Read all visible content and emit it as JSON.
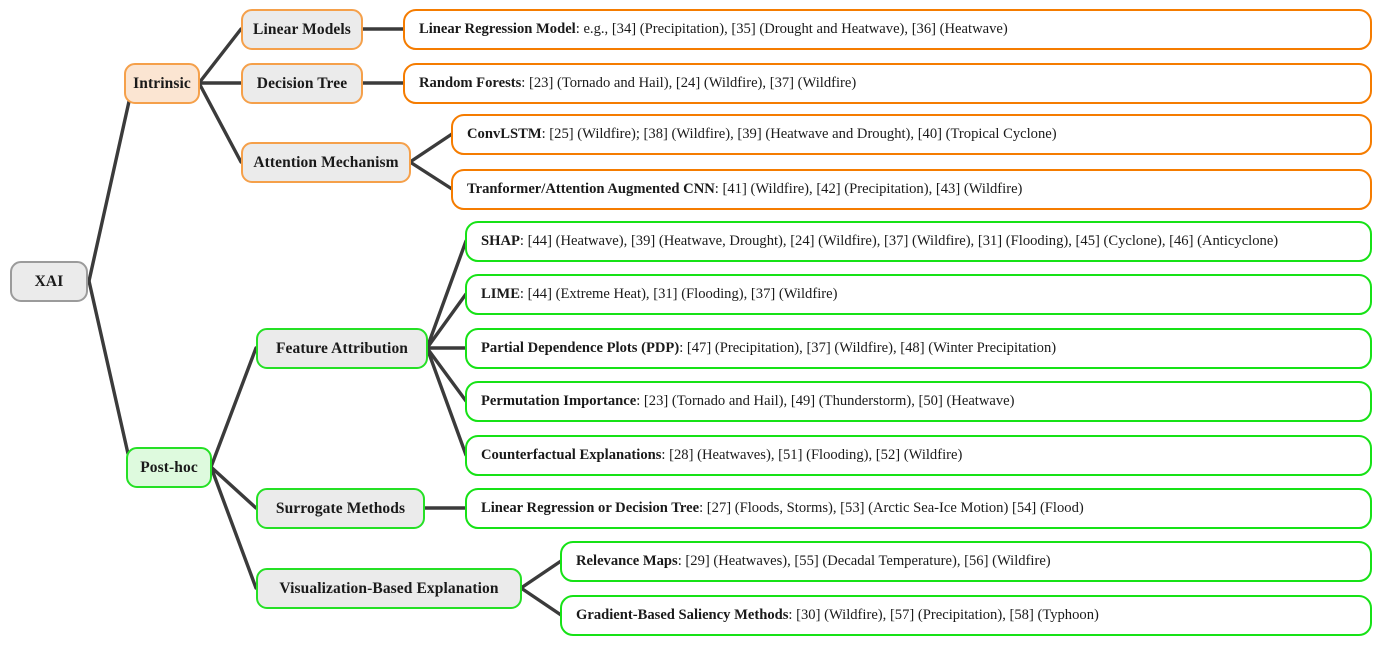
{
  "diagram": {
    "title": "XAI taxonomy tree",
    "colors": {
      "root_fill": "#ebebeb",
      "root_border": "#9b9b9b",
      "intrinsic_fill": "#fbe5d2",
      "intrinsic_border": "#f5a04a",
      "posthoc_fill": "#defade",
      "posthoc_border": "#25e025",
      "mid_fill": "#ebebeb",
      "leaf_orange_border": "#f57c00",
      "leaf_green_border": "#16e216",
      "edge": "#3b3b3b",
      "text": "#1a1a1a"
    },
    "root": {
      "label": "XAI"
    },
    "categories": [
      {
        "id": "intrinsic",
        "label": "Intrinsic"
      },
      {
        "id": "posthoc",
        "label": "Post-hoc"
      }
    ],
    "methods": [
      {
        "id": "linear-models",
        "label": "Linear Models",
        "parent": "intrinsic"
      },
      {
        "id": "decision-tree",
        "label": "Decision Tree",
        "parent": "intrinsic"
      },
      {
        "id": "attention-mechanism",
        "label": "Attention Mechanism",
        "parent": "intrinsic"
      },
      {
        "id": "feature-attribution",
        "label": "Feature Attribution",
        "parent": "posthoc"
      },
      {
        "id": "surrogate-methods",
        "label": "Surrogate Methods",
        "parent": "posthoc"
      },
      {
        "id": "visualization-based-explanation",
        "label": "Visualization-Based Explanation",
        "parent": "posthoc"
      }
    ],
    "leaves": [
      {
        "id": "linear-regression-model",
        "parent": "linear-models",
        "bold": "Linear Regression Model",
        "rest": ": e.g., [34] (Precipitation), [35] (Drought and Heatwave), [36] (Heatwave)"
      },
      {
        "id": "random-forests",
        "parent": "decision-tree",
        "bold": "Random Forests",
        "rest": ": [23] (Tornado and Hail), [24] (Wildfire), [37] (Wildfire)"
      },
      {
        "id": "convlstm",
        "parent": "attention-mechanism",
        "bold": "ConvLSTM",
        "rest": ": [25] (Wildfire); [38] (Wildfire), [39] (Heatwave and Drought), [40] (Tropical Cyclone)"
      },
      {
        "id": "transformer-attention-augmented-cnn",
        "parent": "attention-mechanism",
        "bold": "Tranformer/Attention Augmented CNN",
        "rest": ": [41] (Wildfire), [42] (Precipitation), [43] (Wildfire)"
      },
      {
        "id": "shap",
        "parent": "feature-attribution",
        "bold": "SHAP",
        "rest": ": [44] (Heatwave), [39] (Heatwave, Drought), [24] (Wildfire), [37] (Wildfire), [31] (Flooding), [45] (Cyclone), [46] (Anticyclone)"
      },
      {
        "id": "lime",
        "parent": "feature-attribution",
        "bold": "LIME",
        "rest": ": [44] (Extreme Heat), [31] (Flooding), [37] (Wildfire)"
      },
      {
        "id": "partial-dependence-plots",
        "parent": "feature-attribution",
        "bold": "Partial Dependence Plots (PDP)",
        "rest": ": [47] (Precipitation), [37] (Wildfire), [48] (Winter Precipitation)"
      },
      {
        "id": "permutation-importance",
        "parent": "feature-attribution",
        "bold": "Permutation Importance",
        "rest": ": [23] (Tornado and Hail), [49] (Thunderstorm), [50] (Heatwave)"
      },
      {
        "id": "counterfactual-explanations",
        "parent": "feature-attribution",
        "bold": "Counterfactual Explanations",
        "rest": ": [28] (Heatwaves), [51] (Flooding), [52] (Wildfire)"
      },
      {
        "id": "linear-regression-or-decision-tree",
        "parent": "surrogate-methods",
        "bold": "Linear Regression or Decision Tree",
        "rest": ": [27] (Floods, Storms), [53] (Arctic Sea-Ice Motion) [54] (Flood)"
      },
      {
        "id": "relevance-maps",
        "parent": "visualization-based-explanation",
        "bold": "Relevance Maps",
        "rest": ": [29] (Heatwaves), [55] (Decadal Temperature), [56] (Wildfire)"
      },
      {
        "id": "gradient-based-saliency-methods",
        "parent": "visualization-based-explanation",
        "bold": "Gradient-Based Saliency Methods",
        "rest": ": [30] (Wildfire), [57] (Precipitation), [58] (Typhoon)"
      }
    ]
  }
}
